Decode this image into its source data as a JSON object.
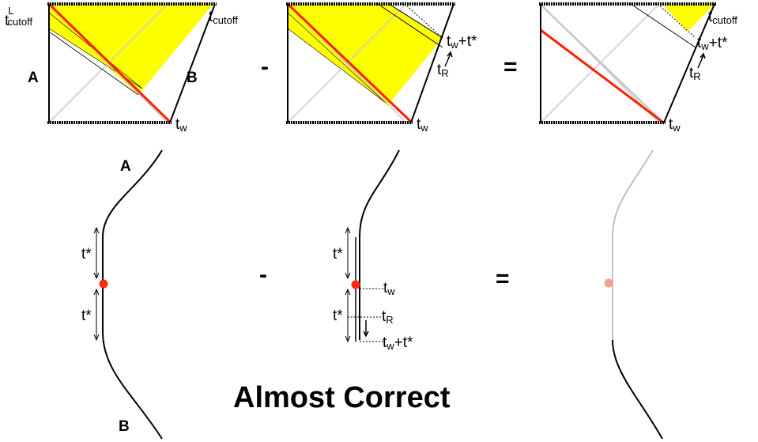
{
  "colors": {
    "horizon_fill": "#ffff00",
    "shockwave": "#ff2200",
    "outline": "#000000",
    "grid": "#c8c8c8",
    "faded_curve": "#c0c0c0",
    "dot": "#ff2a10",
    "dot_faded": "#f4a090"
  },
  "operators": {
    "minus": "-",
    "equals": "="
  },
  "penrose": {
    "side_a": "A",
    "side_b": "B",
    "t": "t",
    "cutoff_sup": "L",
    "cutoff_sub": "cutoff",
    "w_sub": "w",
    "r_sub": "R",
    "plus_t_star": "+t*"
  },
  "wormhole": {
    "label_a": "A",
    "label_b": "B",
    "t_star": "t*",
    "t": "t",
    "w_sub": "w",
    "r_sub": "R",
    "plus_t_star": "+t*"
  },
  "caption": "Almost Correct"
}
